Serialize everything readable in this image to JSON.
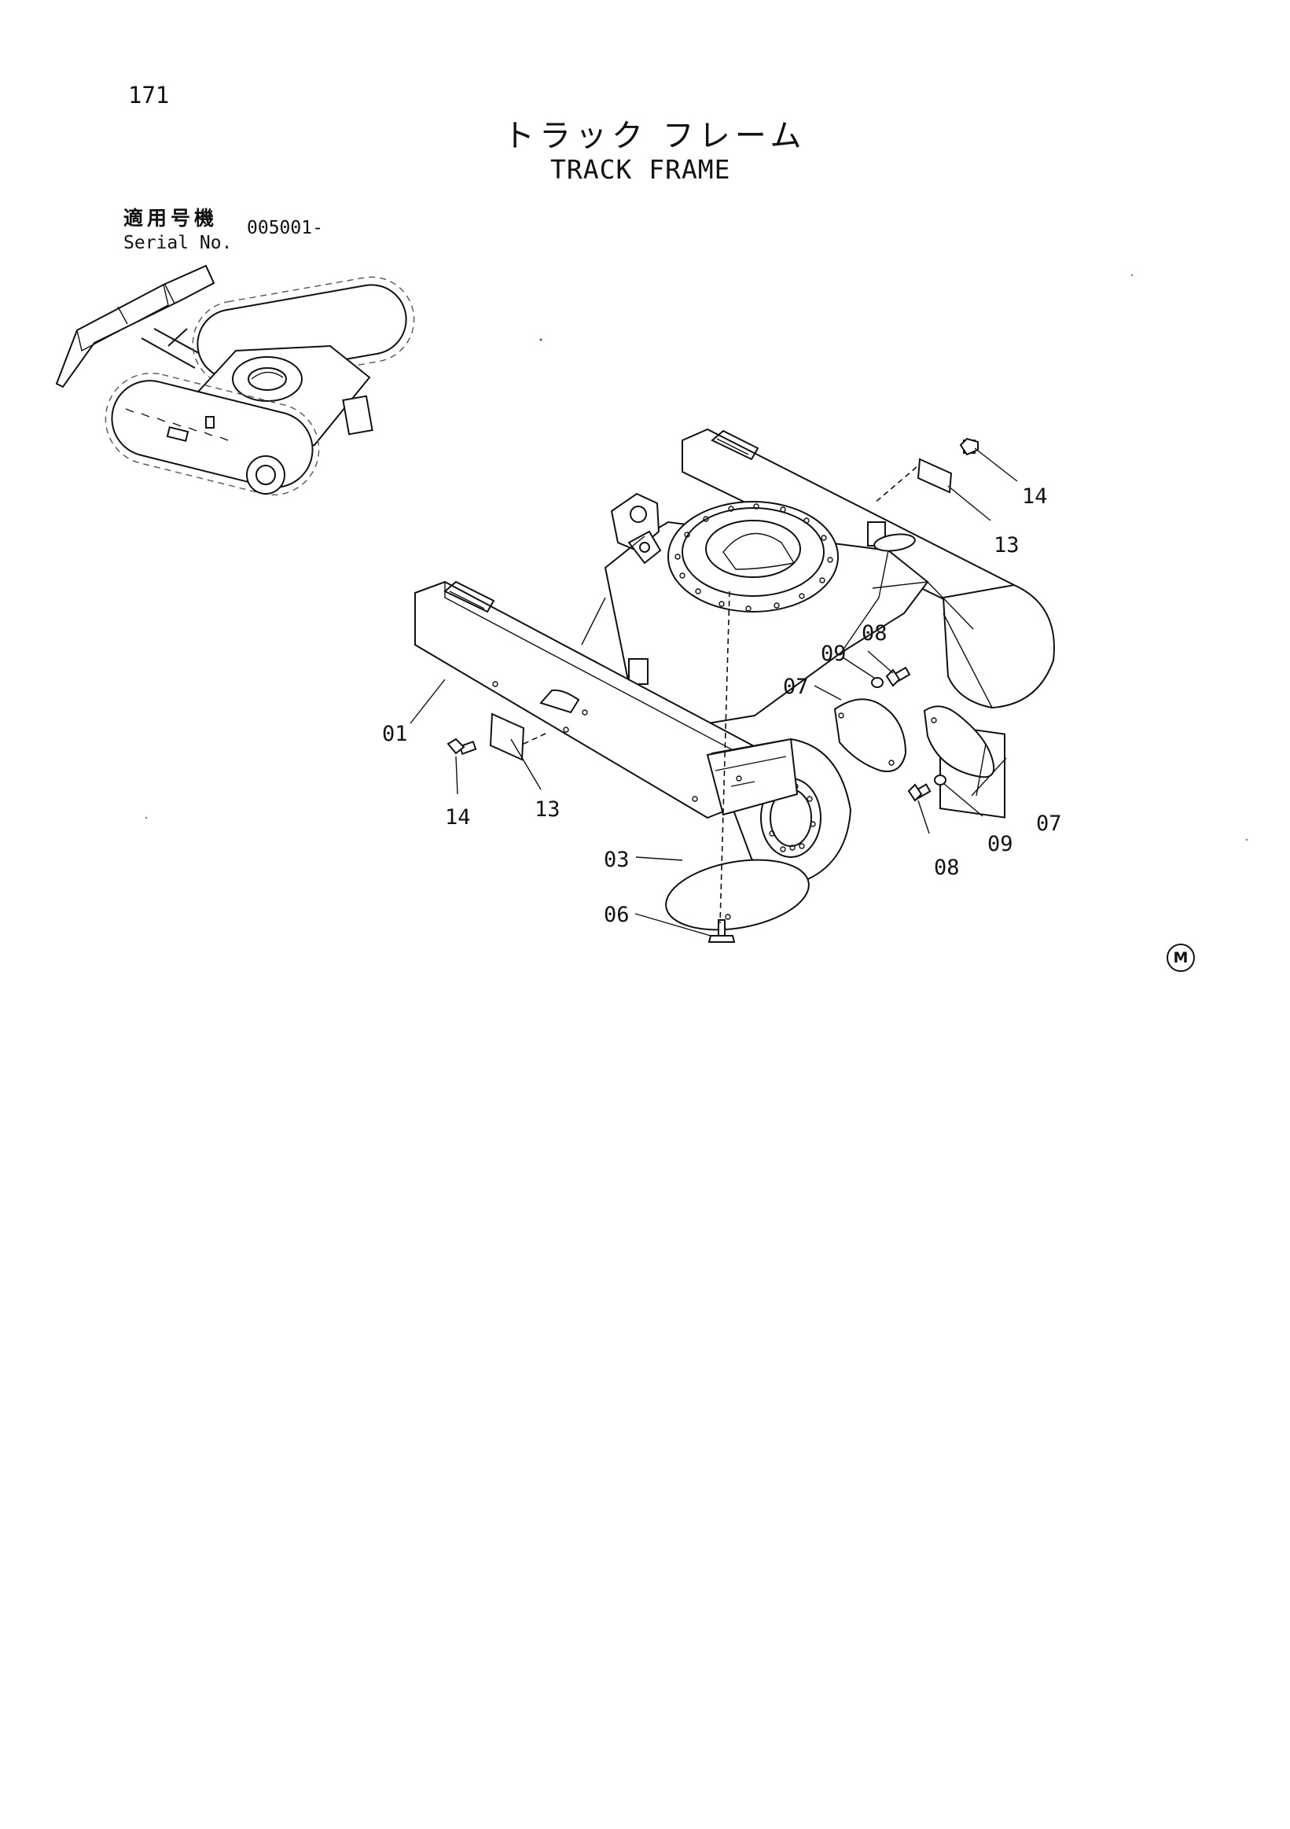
{
  "page": {
    "page_number": "171",
    "title_ja": "トラック フレーム",
    "title_en": "TRACK FRAME",
    "serial_label_ja": "適用号機",
    "serial_label_en": "Serial No.",
    "serial_value": "005001-",
    "mark": "M"
  },
  "callouts": {
    "c01": "01",
    "c03": "03",
    "c06": "06",
    "c07_upper": "07",
    "c07_lower": "07",
    "c08_upper": "08",
    "c08_lower": "08",
    "c09_upper": "09",
    "c09_lower": "09",
    "c13_upper": "13",
    "c13_lower": "13",
    "c14_upper": "14",
    "c14_lower": "14"
  }
}
